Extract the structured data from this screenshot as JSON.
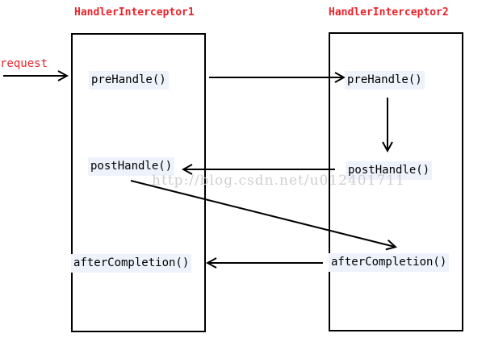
{
  "interceptor1": {
    "title": "HandlerInterceptor1"
  },
  "interceptor2": {
    "title": "HandlerInterceptor2"
  },
  "request_label": "request",
  "methods": {
    "pre_handle_1": "preHandle()",
    "post_handle_1": "postHandle()",
    "after_completion_1": "afterCompletion()",
    "pre_handle_2": "preHandle()",
    "post_handle_2": "postHandle()",
    "after_completion_2": "afterCompletion()"
  },
  "watermark": "http://blog.csdn.net/u012401711",
  "colors": {
    "title": "#e8242b",
    "request": "#e8242b",
    "line": "#000000",
    "method_highlight": "#eef3fb",
    "watermark": "#cfcfcf"
  }
}
